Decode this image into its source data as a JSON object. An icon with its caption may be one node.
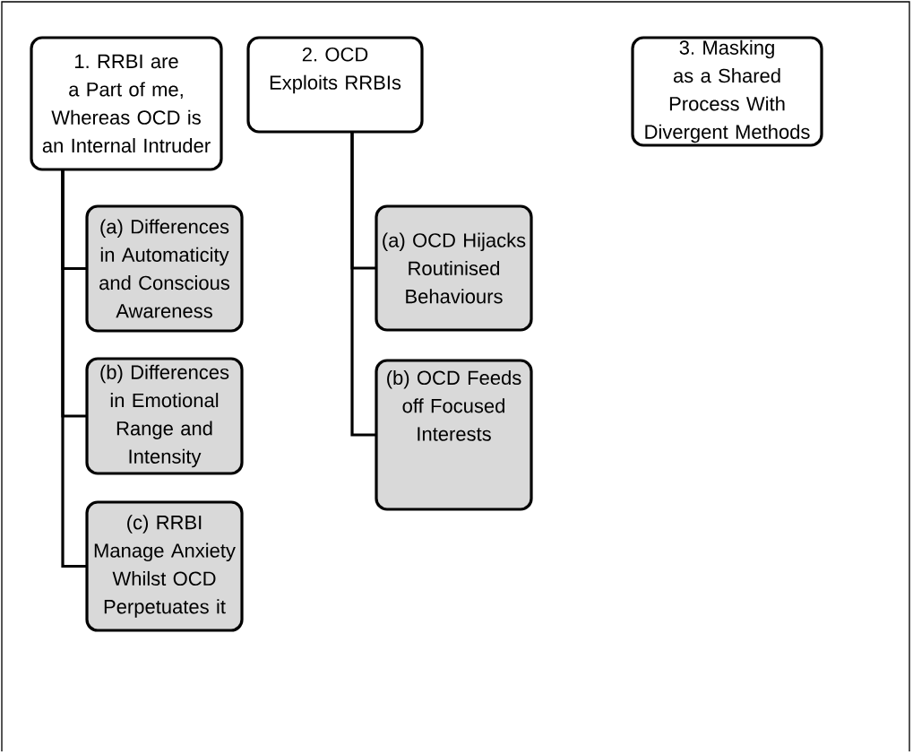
{
  "diagram": {
    "nodes": [
      {
        "text": [
          "1. RRBI are a Part of me, Whereas OCD is an Internal Intruder"
        ]
      },
      {
        "text": [
          "(a) Differences in Automaticity and Conscious Awareness"
        ]
      },
      {
        "text": [
          "(b) Differences in Emotional Range and Intensity"
        ]
      },
      {
        "text": [
          "(c) RRBI Manage Anxiety Whilst OCD Perpetuates it"
        ]
      },
      {
        "text": [
          "2. OCD Exploits RRBIs"
        ]
      },
      {
        "text": [
          "(a) OCD Hijacks Routinised Behaviours"
        ]
      },
      {
        "text": [
          "(b) OCD Feeds off Focused Interests"
        ]
      },
      {
        "text": [
          "3. Masking as a Shared Process With Divergent Methods"
        ]
      }
    ],
    "edges": [
      {
        "from": 0,
        "to": 1,
        "arrow": "none"
      },
      {
        "from": 0,
        "to": 2,
        "arrow": "none"
      },
      {
        "from": 0,
        "to": 3,
        "arrow": "none"
      },
      {
        "from": 4,
        "to": 5,
        "arrow": "none"
      },
      {
        "from": 4,
        "to": 6,
        "arrow": "none"
      }
    ]
  }
}
